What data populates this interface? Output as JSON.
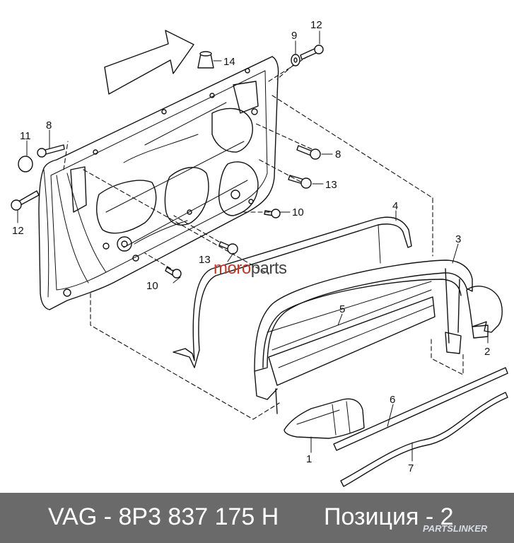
{
  "diagram": {
    "callouts": [
      {
        "id": "c12-top",
        "text": "12"
      },
      {
        "id": "c9",
        "text": "9"
      },
      {
        "id": "c14",
        "text": "14"
      },
      {
        "id": "c11",
        "text": "11"
      },
      {
        "id": "c8-left",
        "text": "8"
      },
      {
        "id": "c12-left",
        "text": "12"
      },
      {
        "id": "c8-right",
        "text": "8"
      },
      {
        "id": "c13-right",
        "text": "13"
      },
      {
        "id": "c10-right",
        "text": "10"
      },
      {
        "id": "c4",
        "text": "4"
      },
      {
        "id": "c3",
        "text": "3"
      },
      {
        "id": "c13-mid",
        "text": "13"
      },
      {
        "id": "c10-left",
        "text": "10"
      },
      {
        "id": "c5",
        "text": "5"
      },
      {
        "id": "c2",
        "text": "2"
      },
      {
        "id": "c6",
        "text": "6"
      },
      {
        "id": "c1",
        "text": "1"
      },
      {
        "id": "c7",
        "text": "7"
      }
    ]
  },
  "watermark": {
    "part1": "moro",
    "part2": "parts"
  },
  "footer": {
    "part_number": "VAG - 8P3 837 175 H",
    "position": "Позиция - 2",
    "source_logo": "PARTSLINKER"
  },
  "colors": {
    "footer_bg": "#6a6a6a",
    "watermark_red": "#c0392b"
  }
}
